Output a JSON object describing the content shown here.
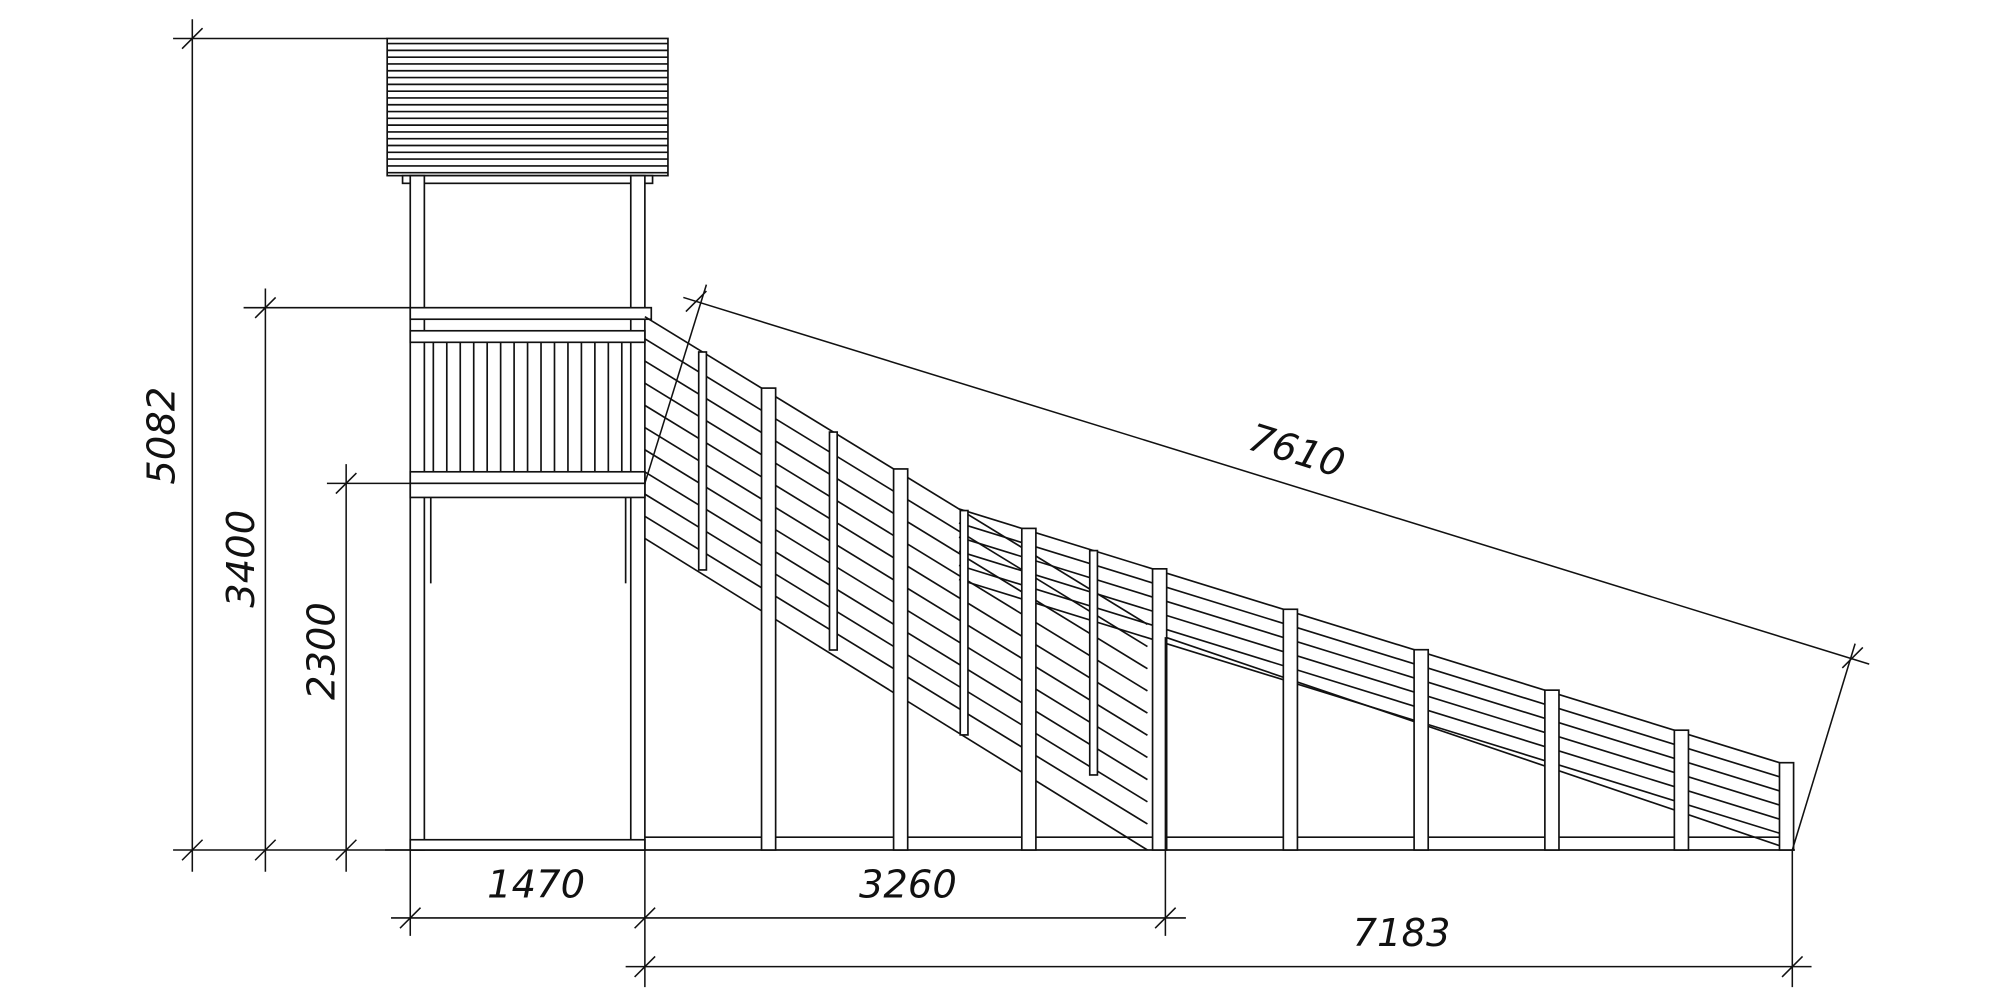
{
  "dimensions": {
    "total_height": "5082",
    "deck_rail_height": "3400",
    "deck_height": "2300",
    "tower_width": "1470",
    "steep_section_length": "3260",
    "total_slide_length": "7183",
    "slide_diagonal_length": "7610"
  },
  "colors": {
    "line": "#111111",
    "background": "#ffffff"
  }
}
